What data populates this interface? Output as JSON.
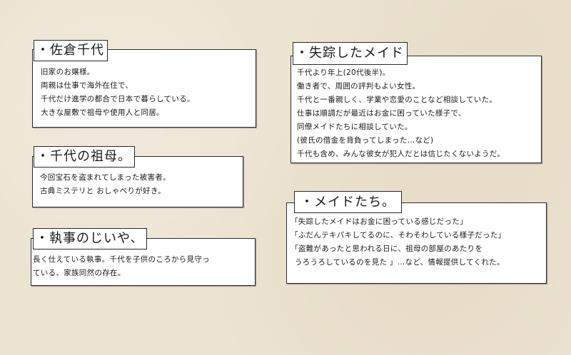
{
  "cards": [
    {
      "title": "・佐倉千代",
      "lines": [
        "旧家のお嬢様。",
        "両親は仕事で海外在住で、",
        "千代だけ進学の都合で日本で暮らしている。",
        "大きな屋敷で祖母や使用人と同居。"
      ]
    },
    {
      "title": "・千代の祖母。",
      "lines": [
        "今回宝石を盗まれてしまった被害者。",
        "古典ミステリと おしゃべりが好き。"
      ]
    },
    {
      "title": "・執事のじいや、",
      "lines": [
        "長く仕えている執事。千代を子供のころから見守っ",
        "ている、家族同然の存在。"
      ]
    },
    {
      "title": "・失踪したメイド",
      "lines": [
        "千代より年上(20代後半)。",
        "働き者で、周囲の評判もよい女性。",
        "千代と一番親しく、学業や恋愛のことなど相談していた。",
        "仕事は順調だが最近はお金に困っていた様子で、",
        "同僚メイドたちに相談していた。",
        "(彼氏の借金を背負ってしまった…など)",
        "千代も含め、みんな彼女が犯人だとは信じたくないようだ。"
      ]
    },
    {
      "title": "・メイドたち。",
      "lines": [
        "「失踪したメイドはお金に困っている感じだった」",
        "「ふだんテキパキしてるのに、そわそわしている様子だった」",
        "「盗難があったと思われる日に、祖母の部屋のあたりを",
        "うろうろしているのを見た 」…など、情報提供してくれた。"
      ]
    }
  ]
}
